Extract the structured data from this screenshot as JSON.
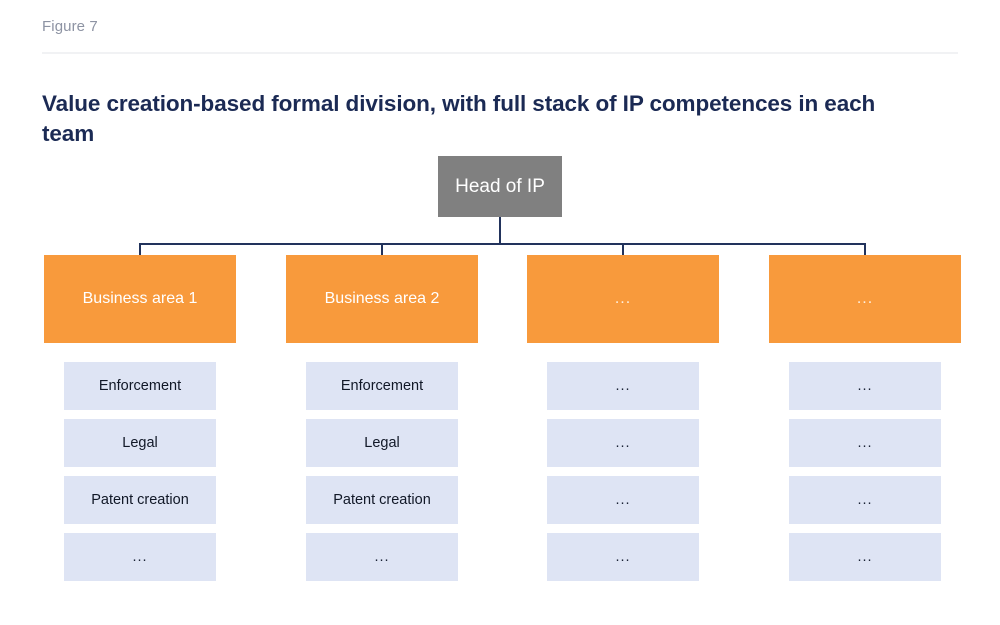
{
  "header": {
    "figure_label": "Figure 7",
    "title": "Value creation-based formal division, with full stack of IP competences in each team"
  },
  "colors": {
    "root_box": "#808080",
    "area_box": "#f89a3c",
    "competence_box": "#dee4f4",
    "connector": "#22335c",
    "title_text": "#1b2a54",
    "figure_label_text": "#8d93a3",
    "rule": "#f1f2f4"
  },
  "diagram": {
    "root": {
      "label": "Head of IP"
    },
    "columns": [
      {
        "area_label": "Business area 1",
        "competences": [
          "Enforcement",
          "Legal",
          "Patent creation",
          "..."
        ]
      },
      {
        "area_label": "Business area 2",
        "competences": [
          "Enforcement",
          "Legal",
          "Patent creation",
          "..."
        ]
      },
      {
        "area_label": "...",
        "competences": [
          "...",
          "...",
          "...",
          "..."
        ]
      },
      {
        "area_label": "...",
        "competences": [
          "...",
          "...",
          "...",
          "..."
        ]
      }
    ]
  }
}
